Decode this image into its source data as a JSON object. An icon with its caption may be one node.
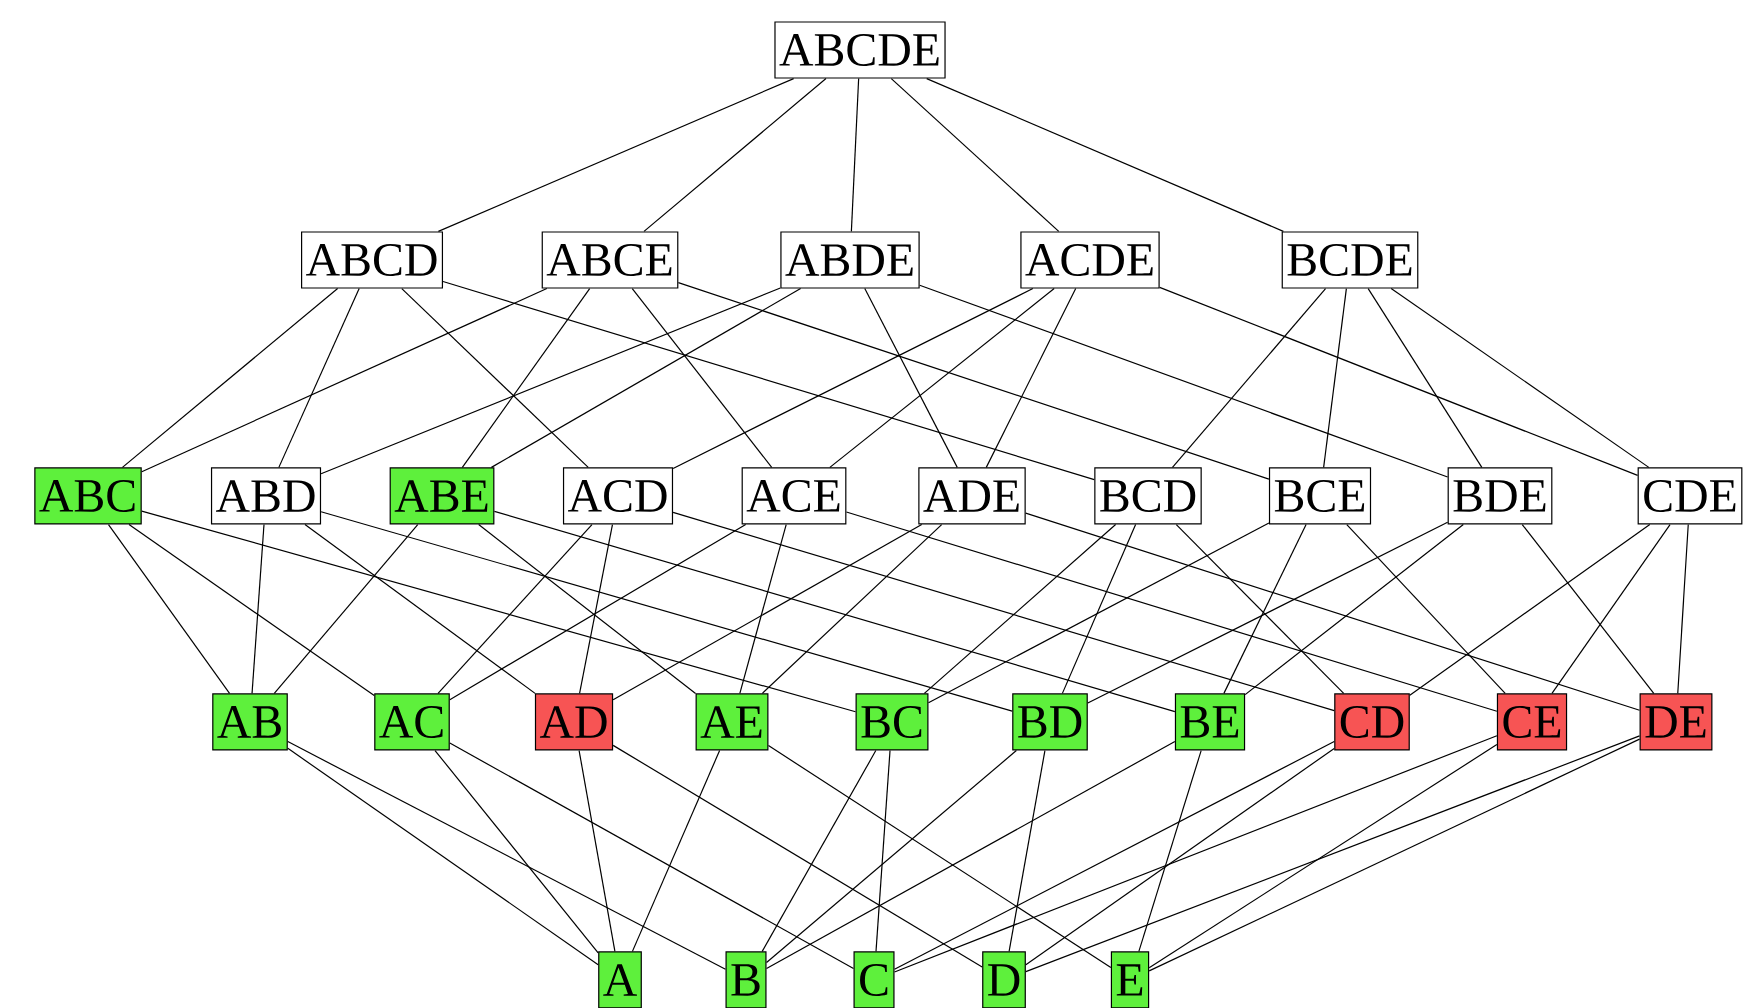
{
  "diagram": {
    "nodes": [
      {
        "text": [
          "ABCDE"
        ]
      },
      {
        "text": [
          "ABCD"
        ]
      },
      {
        "text": [
          "ABCE"
        ]
      },
      {
        "text": [
          "ABDE"
        ]
      },
      {
        "text": [
          "ACDE"
        ]
      },
      {
        "text": [
          "BCDE"
        ]
      },
      {
        "text": [
          "ABC"
        ]
      },
      {
        "text": [
          "ABD"
        ]
      },
      {
        "text": [
          "ABE"
        ]
      },
      {
        "text": [
          "ACD"
        ]
      },
      {
        "text": [
          "ACE"
        ]
      },
      {
        "text": [
          "ADE"
        ]
      },
      {
        "text": [
          "BCD"
        ]
      },
      {
        "text": [
          "BCE"
        ]
      },
      {
        "text": [
          "BDE"
        ]
      },
      {
        "text": [
          "CDE"
        ]
      },
      {
        "text": [
          "AB"
        ]
      },
      {
        "text": [
          "AC"
        ]
      },
      {
        "text": [
          "AD"
        ]
      },
      {
        "text": [
          "AE"
        ]
      },
      {
        "text": [
          "BC"
        ]
      },
      {
        "text": [
          "BD"
        ]
      },
      {
        "text": [
          "BE"
        ]
      },
      {
        "text": [
          "CD"
        ]
      },
      {
        "text": [
          "CE"
        ]
      },
      {
        "text": [
          "DE"
        ]
      },
      {
        "text": [
          "A"
        ]
      },
      {
        "text": [
          "B"
        ]
      },
      {
        "text": [
          "C"
        ]
      },
      {
        "text": [
          "D"
        ]
      },
      {
        "text": [
          "E"
        ]
      }
    ],
    "edges": [
      {
        "from": 0,
        "to": 1,
        "arrow": "none"
      },
      {
        "from": 0,
        "to": 2,
        "arrow": "none"
      },
      {
        "from": 0,
        "to": 3,
        "arrow": "none"
      },
      {
        "from": 0,
        "to": 4,
        "arrow": "none"
      },
      {
        "from": 0,
        "to": 5,
        "arrow": "none"
      },
      {
        "from": 1,
        "to": 6,
        "arrow": "none"
      },
      {
        "from": 1,
        "to": 7,
        "arrow": "none"
      },
      {
        "from": 1,
        "to": 9,
        "arrow": "none"
      },
      {
        "from": 1,
        "to": 12,
        "arrow": "none"
      },
      {
        "from": 2,
        "to": 6,
        "arrow": "none"
      },
      {
        "from": 2,
        "to": 8,
        "arrow": "none"
      },
      {
        "from": 2,
        "to": 10,
        "arrow": "none"
      },
      {
        "from": 2,
        "to": 13,
        "arrow": "none"
      },
      {
        "from": 3,
        "to": 7,
        "arrow": "none"
      },
      {
        "from": 3,
        "to": 8,
        "arrow": "none"
      },
      {
        "from": 3,
        "to": 11,
        "arrow": "none"
      },
      {
        "from": 3,
        "to": 14,
        "arrow": "none"
      },
      {
        "from": 4,
        "to": 9,
        "arrow": "none"
      },
      {
        "from": 4,
        "to": 10,
        "arrow": "none"
      },
      {
        "from": 4,
        "to": 11,
        "arrow": "none"
      },
      {
        "from": 4,
        "to": 15,
        "arrow": "none"
      },
      {
        "from": 5,
        "to": 12,
        "arrow": "none"
      },
      {
        "from": 5,
        "to": 13,
        "arrow": "none"
      },
      {
        "from": 5,
        "to": 14,
        "arrow": "none"
      },
      {
        "from": 5,
        "to": 15,
        "arrow": "none"
      },
      {
        "from": 6,
        "to": 16,
        "arrow": "none"
      },
      {
        "from": 6,
        "to": 17,
        "arrow": "none"
      },
      {
        "from": 6,
        "to": 20,
        "arrow": "none"
      },
      {
        "from": 7,
        "to": 16,
        "arrow": "none"
      },
      {
        "from": 7,
        "to": 18,
        "arrow": "none"
      },
      {
        "from": 7,
        "to": 21,
        "arrow": "none"
      },
      {
        "from": 8,
        "to": 16,
        "arrow": "none"
      },
      {
        "from": 8,
        "to": 19,
        "arrow": "none"
      },
      {
        "from": 8,
        "to": 22,
        "arrow": "none"
      },
      {
        "from": 9,
        "to": 17,
        "arrow": "none"
      },
      {
        "from": 9,
        "to": 18,
        "arrow": "none"
      },
      {
        "from": 9,
        "to": 23,
        "arrow": "none"
      },
      {
        "from": 10,
        "to": 17,
        "arrow": "none"
      },
      {
        "from": 10,
        "to": 19,
        "arrow": "none"
      },
      {
        "from": 10,
        "to": 24,
        "arrow": "none"
      },
      {
        "from": 11,
        "to": 18,
        "arrow": "none"
      },
      {
        "from": 11,
        "to": 19,
        "arrow": "none"
      },
      {
        "from": 11,
        "to": 25,
        "arrow": "none"
      },
      {
        "from": 12,
        "to": 20,
        "arrow": "none"
      },
      {
        "from": 12,
        "to": 21,
        "arrow": "none"
      },
      {
        "from": 12,
        "to": 23,
        "arrow": "none"
      },
      {
        "from": 13,
        "to": 20,
        "arrow": "none"
      },
      {
        "from": 13,
        "to": 22,
        "arrow": "none"
      },
      {
        "from": 13,
        "to": 24,
        "arrow": "none"
      },
      {
        "from": 14,
        "to": 21,
        "arrow": "none"
      },
      {
        "from": 14,
        "to": 22,
        "arrow": "none"
      },
      {
        "from": 14,
        "to": 25,
        "arrow": "none"
      },
      {
        "from": 15,
        "to": 23,
        "arrow": "none"
      },
      {
        "from": 15,
        "to": 24,
        "arrow": "none"
      },
      {
        "from": 15,
        "to": 25,
        "arrow": "none"
      },
      {
        "from": 16,
        "to": 26,
        "arrow": "none"
      },
      {
        "from": 16,
        "to": 27,
        "arrow": "none"
      },
      {
        "from": 17,
        "to": 26,
        "arrow": "none"
      },
      {
        "from": 17,
        "to": 28,
        "arrow": "none"
      },
      {
        "from": 18,
        "to": 26,
        "arrow": "none"
      },
      {
        "from": 18,
        "to": 29,
        "arrow": "none"
      },
      {
        "from": 19,
        "to": 26,
        "arrow": "none"
      },
      {
        "from": 19,
        "to": 30,
        "arrow": "none"
      },
      {
        "from": 20,
        "to": 27,
        "arrow": "none"
      },
      {
        "from": 20,
        "to": 28,
        "arrow": "none"
      },
      {
        "from": 21,
        "to": 27,
        "arrow": "none"
      },
      {
        "from": 21,
        "to": 29,
        "arrow": "none"
      },
      {
        "from": 22,
        "to": 27,
        "arrow": "none"
      },
      {
        "from": 22,
        "to": 30,
        "arrow": "none"
      },
      {
        "from": 23,
        "to": 28,
        "arrow": "none"
      },
      {
        "from": 23,
        "to": 29,
        "arrow": "none"
      },
      {
        "from": 24,
        "to": 28,
        "arrow": "none"
      },
      {
        "from": 24,
        "to": 30,
        "arrow": "none"
      },
      {
        "from": 25,
        "to": 29,
        "arrow": "none"
      },
      {
        "from": 25,
        "to": 30,
        "arrow": "none"
      }
    ]
  }
}
